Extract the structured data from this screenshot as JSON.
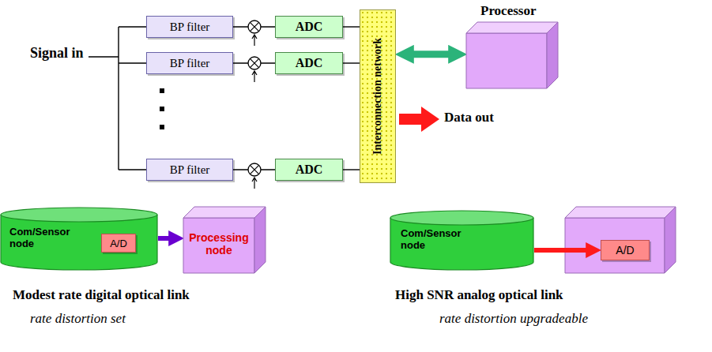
{
  "diagram": {
    "nodes": [
      {
        "text": [
          "BP filter"
        ]
      },
      {
        "text": [
          "BP filter"
        ]
      },
      {
        "text": [
          "BP filter"
        ]
      },
      {
        "text": [
          "ADC"
        ]
      },
      {
        "text": [
          "ADC"
        ]
      },
      {
        "text": [
          "ADC"
        ]
      },
      {
        "text": [
          "Interconnection network"
        ]
      },
      {
        "text": [
          "Processor"
        ]
      },
      {
        "text": [
          "Com/Sensor node"
        ]
      },
      {
        "text": [
          "A/D"
        ],
        "in": 8
      },
      {
        "text": [
          "Processing node"
        ]
      },
      {
        "text": [
          "Com/Sensor node"
        ]
      },
      {
        "text": [
          "A/D"
        ]
      }
    ],
    "edges": [
      {
        "from": 0,
        "to": 3,
        "arrow": "none"
      },
      {
        "from": 1,
        "to": 4,
        "arrow": "none"
      },
      {
        "from": 2,
        "to": 5,
        "arrow": "none"
      },
      {
        "from": 3,
        "to": 6,
        "arrow": "none"
      },
      {
        "from": 4,
        "to": 6,
        "arrow": "none"
      },
      {
        "from": 5,
        "to": 6,
        "arrow": "none"
      },
      {
        "from": 6,
        "to": 7,
        "arrow": "both"
      },
      {
        "from": 8,
        "to": 10,
        "arrow": "to"
      },
      {
        "from": 11,
        "to": 12,
        "arrow": "to"
      }
    ],
    "labels": [
      "Signal in",
      "Data out",
      "Modest rate digital optical link",
      "rate distortion set",
      "High SNR analog optical link",
      "rate distortion upgradeable"
    ]
  }
}
